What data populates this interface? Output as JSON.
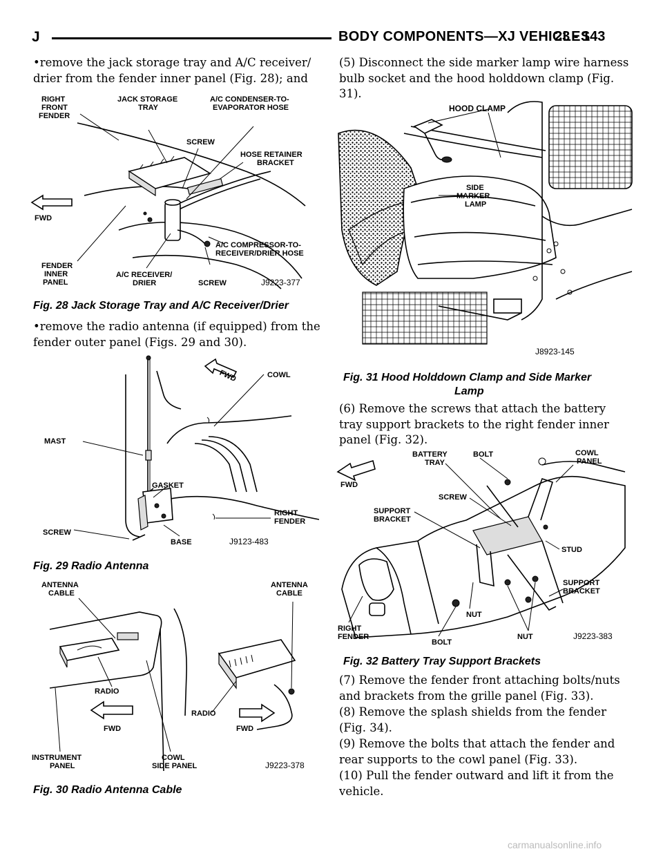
{
  "header": {
    "section": "J",
    "title": "BODY COMPONENTS—XJ VEHICLES",
    "page": "23 - 143"
  },
  "left": {
    "p1": "•remove the jack storage tray and A/C receiver/ drier from the fender inner panel (Fig. 28); and",
    "fig28": {
      "caption": "Fig. 28 Jack Storage Tray and A/C Receiver/Drier",
      "labels": {
        "right_front_fender": [
          "RIGHT",
          "FRONT",
          "FENDER"
        ],
        "jack_storage_tray": [
          "JACK STORAGE",
          "TRAY"
        ],
        "ac_condenser_hose": [
          "A/C CONDENSER-TO-",
          "EVAPORATOR HOSE"
        ],
        "screw_top": "SCREW",
        "hose_retainer_bracket": [
          "HOSE RETAINER",
          "BRACKET"
        ],
        "fwd": "FWD",
        "ac_compressor_hose": [
          "A/C COMPRESSOR-TO-",
          "RECEIVER/DRIER HOSE"
        ],
        "fender_inner_panel": [
          "FENDER",
          "INNER",
          "PANEL"
        ],
        "ac_receiver_drier": [
          "A/C RECEIVER/",
          "DRIER"
        ],
        "screw_bottom": "SCREW",
        "code": "J9223-377"
      }
    },
    "p2": "•remove the radio antenna (if equipped) from the fender outer panel (Figs. 29 and 30).",
    "fig29": {
      "caption": "Fig. 29 Radio Antenna",
      "labels": {
        "fwd": "FWD",
        "cowl": "COWL",
        "mast": "MAST",
        "gasket": "GASKET",
        "right_fender": [
          "RIGHT",
          "FENDER"
        ],
        "screw": "SCREW",
        "base": "BASE",
        "code": "J9123-483"
      }
    },
    "fig30": {
      "caption": "Fig. 30 Radio Antenna Cable",
      "labels": {
        "antenna_cable_left": [
          "ANTENNA",
          "CABLE"
        ],
        "antenna_cable_right": [
          "ANTENNA",
          "CABLE"
        ],
        "radio_left": "RADIO",
        "radio_right": "RADIO",
        "fwd_left": "FWD",
        "fwd_right": "FWD",
        "instrument_panel": [
          "INSTRUMENT",
          "PANEL"
        ],
        "cowl_side_panel": [
          "COWL",
          "SIDE PANEL"
        ],
        "code": "J9223-378"
      }
    }
  },
  "right": {
    "p5": "(5) Disconnect the side marker lamp wire harness bulb socket and the hood holddown clamp (Fig. 31).",
    "fig31": {
      "caption_line1": "Fig. 31 Hood Holddown Clamp and Side Marker",
      "caption_line2": "Lamp",
      "labels": {
        "hood_clamp": "HOOD CLAMP",
        "side_marker_lamp": [
          "SIDE",
          "MARKER",
          "LAMP"
        ],
        "code": "J8923-145"
      }
    },
    "p6": "(6) Remove the screws that attach the battery tray support brackets to the right fender inner panel (Fig. 32).",
    "fig32": {
      "caption": "Fig. 32 Battery Tray Support Brackets",
      "labels": {
        "fwd": "FWD",
        "battery_tray": [
          "BATTERY",
          "TRAY"
        ],
        "bolt_top": "BOLT",
        "cowl_panel": [
          "COWL",
          "PANEL"
        ],
        "screw": "SCREW",
        "support_bracket_left": [
          "SUPPORT",
          "BRACKET"
        ],
        "stud": "STUD",
        "support_bracket_right": [
          "SUPPORT",
          "BRACKET"
        ],
        "right_fender": [
          "RIGHT",
          "FENDER"
        ],
        "bolt_bottom": "BOLT",
        "nut_left": "NUT",
        "nut_right": "NUT",
        "code": "J9223-383"
      }
    },
    "p7": "(7) Remove the fender front attaching bolts/nuts and brackets from the grille panel (Fig. 33).",
    "p8": "(8) Remove the splash shields from the fender (Fig. 34).",
    "p9": "(9) Remove the bolts that attach the fender and rear supports to the cowl panel (Fig. 33).",
    "p10": "(10) Pull the fender outward and lift it from the vehicle."
  },
  "watermark": "carmanualsonline.info"
}
